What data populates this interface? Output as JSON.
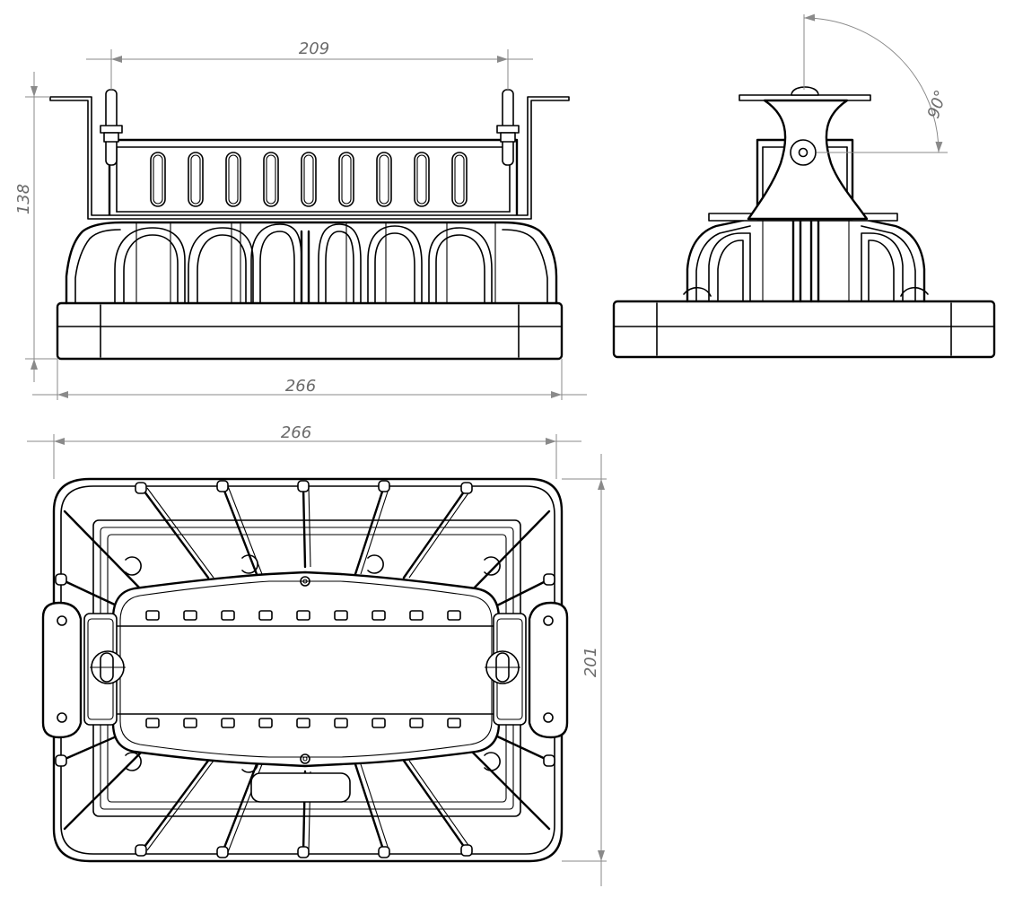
{
  "colors": {
    "line": "#000000",
    "dimension": "#8a8a8a",
    "dimension_text": "#6b6b6b",
    "background": "#ffffff"
  },
  "dimensions": {
    "front_top_width": "209",
    "front_height": "138",
    "front_base_width": "266",
    "side_angle": "90°",
    "top_width": "266",
    "top_depth": "201"
  }
}
